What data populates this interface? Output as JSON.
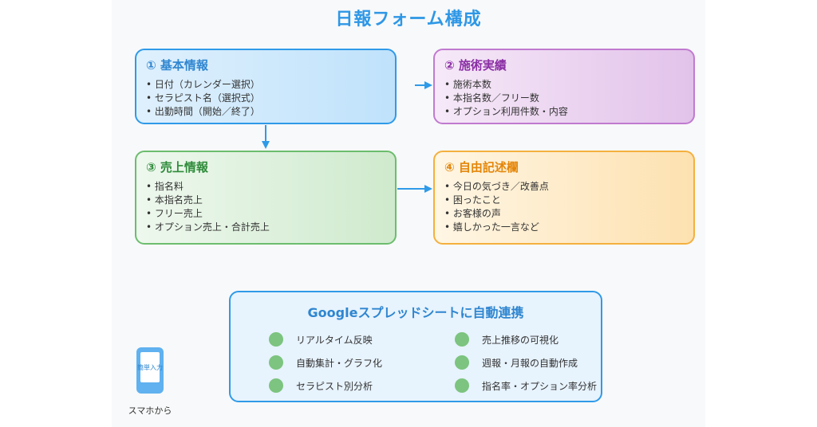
{
  "title": "日報フォーム構成",
  "cards": [
    {
      "heading": "① 基本情報",
      "items": [
        "日付（カレンダー選択）",
        "セラピスト名（選択式）",
        "出勤時間（開始／終了）"
      ]
    },
    {
      "heading": "② 施術実績",
      "items": [
        "施術本数",
        "本指名数／フリー数",
        "オプション利用件数・内容"
      ]
    },
    {
      "heading": "③ 売上情報",
      "items": [
        "指名料",
        "本指名売上",
        "フリー売上",
        "オプション売上・合計売上"
      ]
    },
    {
      "heading": "④ 自由記述欄",
      "items": [
        "今日の気づき／改善点",
        "困ったこと",
        "お客様の声",
        "嬉しかった一言など"
      ]
    }
  ],
  "sheets": {
    "title": "Googleスプレッドシートに自動連携",
    "features_left": [
      "リアルタイム反映",
      "自動集計・グラフ化",
      "セラピスト別分析"
    ],
    "features_right": [
      "売上推移の可視化",
      "週報・月報の自動作成",
      "指名率・オプション率分析"
    ]
  },
  "phone": {
    "screen_text": "簡単入力",
    "caption": "スマホから"
  },
  "colors": {
    "title": "#2e97e6",
    "card1": "#2f9ae8",
    "card2": "#c07ad0",
    "card3": "#6cbd6e",
    "card4": "#f4b03e",
    "arrow": "#2f9ae8",
    "feature_dot": "#7cc47f"
  }
}
